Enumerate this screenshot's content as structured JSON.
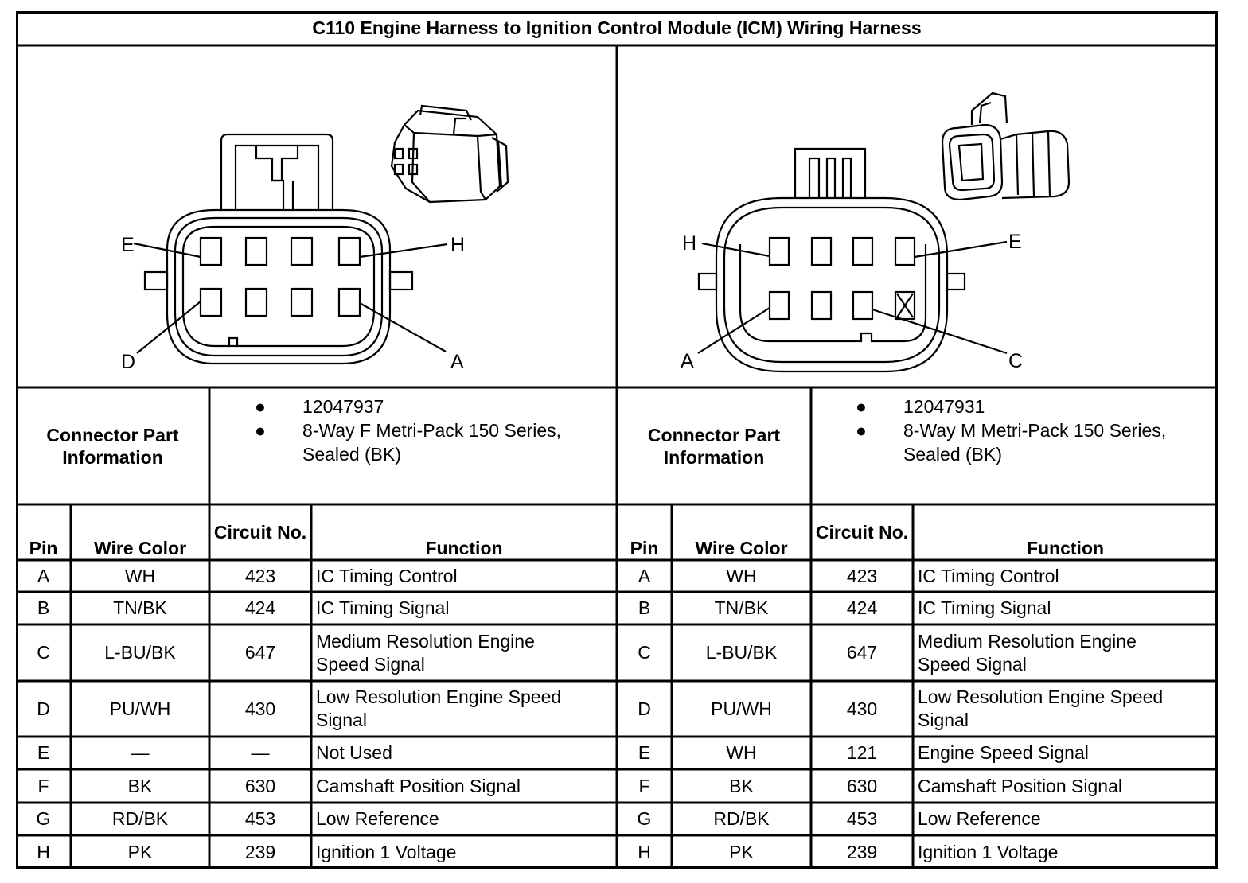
{
  "title": "C110 Engine Harness to Ignition Control Module (ICM) Wiring Harness",
  "left": {
    "pin_labels": {
      "E": "E",
      "H": "H",
      "D": "D",
      "A": "A"
    },
    "part_info_label": "Connector Part Information",
    "part_info": [
      "12047937",
      "8-Way F Metri-Pack 150 Series, Sealed (BK)"
    ],
    "headers": {
      "pin": "Pin",
      "wire": "Wire Color",
      "circuit": "Circuit No.",
      "function": "Function"
    },
    "rows": [
      {
        "pin": "A",
        "wire": "WH",
        "circuit": "423",
        "function": "IC Timing Control"
      },
      {
        "pin": "B",
        "wire": "TN/BK",
        "circuit": "424",
        "function": "IC Timing Signal"
      },
      {
        "pin": "C",
        "wire": "L-BU/BK",
        "circuit": "647",
        "function": "Medium Resolution Engine Speed Signal"
      },
      {
        "pin": "D",
        "wire": "PU/WH",
        "circuit": "430",
        "function": "Low Resolution Engine Speed Signal"
      },
      {
        "pin": "E",
        "wire": "—",
        "circuit": "—",
        "function": "Not Used"
      },
      {
        "pin": "F",
        "wire": "BK",
        "circuit": "630",
        "function": "Camshaft Position Signal"
      },
      {
        "pin": "G",
        "wire": "RD/BK",
        "circuit": "453",
        "function": "Low Reference"
      },
      {
        "pin": "H",
        "wire": "PK",
        "circuit": "239",
        "function": "Ignition 1 Voltage"
      }
    ]
  },
  "right": {
    "pin_labels": {
      "H": "H",
      "E": "E",
      "A": "A",
      "C": "C"
    },
    "part_info_label": "Connector Part Information",
    "part_info": [
      "12047931",
      "8-Way M Metri-Pack 150 Series, Sealed (BK)"
    ],
    "headers": {
      "pin": "Pin",
      "wire": "Wire Color",
      "circuit": "Circuit No.",
      "function": "Function"
    },
    "rows": [
      {
        "pin": "A",
        "wire": "WH",
        "circuit": "423",
        "function": "IC Timing Control"
      },
      {
        "pin": "B",
        "wire": "TN/BK",
        "circuit": "424",
        "function": "IC Timing Signal"
      },
      {
        "pin": "C",
        "wire": "L-BU/BK",
        "circuit": "647",
        "function": "Medium Resolution Engine Speed Signal"
      },
      {
        "pin": "D",
        "wire": "PU/WH",
        "circuit": "430",
        "function": "Low Resolution Engine Speed Signal"
      },
      {
        "pin": "E",
        "wire": "WH",
        "circuit": "121",
        "function": "Engine Speed Signal"
      },
      {
        "pin": "F",
        "wire": "BK",
        "circuit": "630",
        "function": "Camshaft Position Signal"
      },
      {
        "pin": "G",
        "wire": "RD/BK",
        "circuit": "453",
        "function": "Low Reference"
      },
      {
        "pin": "H",
        "wire": "PK",
        "circuit": "239",
        "function": "Ignition 1 Voltage"
      }
    ]
  }
}
